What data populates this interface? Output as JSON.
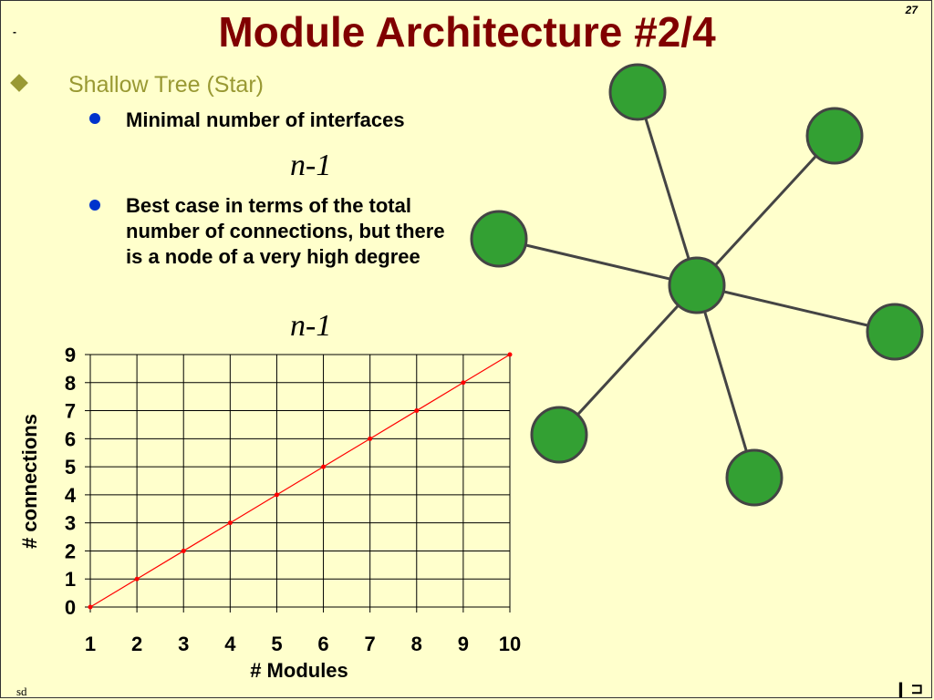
{
  "slide": {
    "title": "Module Architecture #2/4",
    "number": "27",
    "corner_mark": "-",
    "footer_left": "sd",
    "footer_right": "❙ ⊐"
  },
  "bullets": {
    "level1": "Shallow Tree (Star)",
    "item1": "Minimal number of interfaces",
    "formula1": "n-1",
    "item2": "Best case in terms of the total number of connections, but there is a node of a very high degree",
    "formula2": "n-1"
  },
  "colors": {
    "title": "#800000",
    "level1": "#999933",
    "bullet_dot": "#0033cc",
    "node_fill": "#33a033",
    "line": "#ff0000",
    "background": "#ffffcc"
  },
  "star_graph": {
    "center_node": "hub",
    "leaf_nodes": 6
  },
  "chart_data": {
    "type": "line",
    "x": [
      1,
      2,
      3,
      4,
      5,
      6,
      7,
      8,
      9,
      10
    ],
    "y": [
      0,
      1,
      2,
      3,
      4,
      5,
      6,
      7,
      8,
      9
    ],
    "xlabel": "# Modules",
    "ylabel": "# connections",
    "xlim": [
      1,
      10
    ],
    "ylim": [
      0,
      9
    ],
    "x_ticks": [
      "1",
      "2",
      "3",
      "4",
      "5",
      "6",
      "7",
      "8",
      "9",
      "10"
    ],
    "y_ticks": [
      "0",
      "1",
      "2",
      "3",
      "4",
      "5",
      "6",
      "7",
      "8",
      "9"
    ],
    "grid": true,
    "series_color": "#ff0000"
  }
}
